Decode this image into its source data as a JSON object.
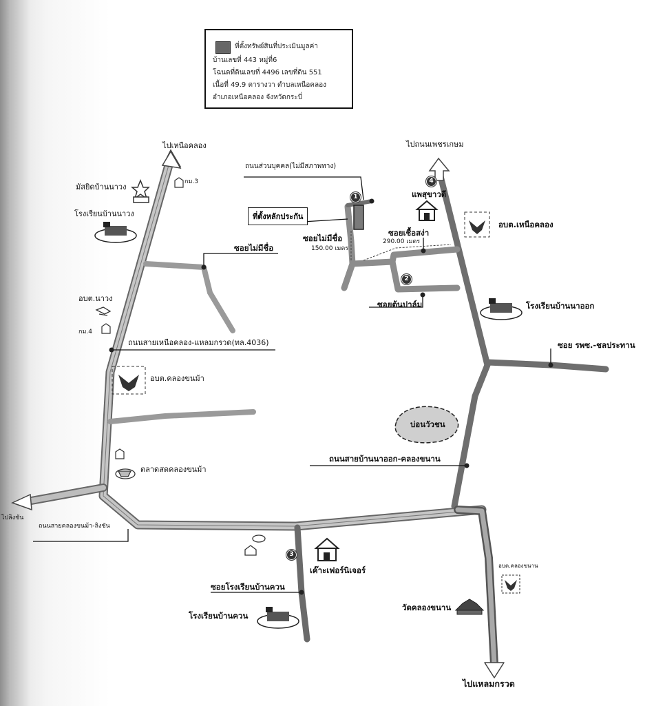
{
  "legend": {
    "line1": "ที่ตั้งทรัพย์สินที่ประเมินมูลค่า",
    "line2": "บ้านเลขที่ 443 หมู่ที่6",
    "line3": "โฉนดที่ดินเลขที่ 4496 เลขที่ดิน 551",
    "line4": "เนื้อที่ 49.9 ตารางวา ตำบลเหนือคลอง",
    "line5": "อำเภอเหนือคลอง จังหวัดกระบี่"
  },
  "labels": {
    "to_nuea_khlong": "ไปเหนือคลอง",
    "to_phetkasem": "ไปถนนเพชรเกษม",
    "private_road": "ถนนส่วนบุคคล(ไม่มีสภาพทาง)",
    "collateral": "ที่ตั้งหลักประกัน",
    "soi_no_name_1": "ซอยไม่มีชื่อ",
    "soi_no_name_2": "ซอยไม่มีชื่อ",
    "dist_150": "150.00 เมตร",
    "soi_chuea_sa": "ซอยเชื้อสง่า",
    "dist_290": "290.00 เมตร",
    "soi_ton_pa_muang": "ซอยต้นปาล์ม",
    "pharmacy": "แพสุขาวดี",
    "obt_nuea_khlong": "อบต.เหนือคลอง",
    "school_na_ok": "โรงเรียนบ้านนาออก",
    "soi_rp_sot": "ซอย รพซ.-ชลประทาน",
    "mosque": "มัสยิดบ้านนาวง",
    "km3": "กม.3",
    "school_na_wong": "โรงเรียนบ้านนาวง",
    "obt_na_wong": "อบต.นาวง",
    "km4": "กม.4",
    "highway_4036": "ถนนสายเหนือคลอง-แหลมกรวด(ทล.4036)",
    "obt_khlong_khamao": "อบต.คลองขนม้า",
    "pond": "บ่อนวัวชน",
    "market": "ตลาดสดคลองขนม้า",
    "road_na_ok": "ถนนสายบ้านนาออก-คลองขนาน",
    "to_ling_chan": "ไปลิงชัน",
    "road_khamao": "ถนนสายคลองขนม้า-ลิงชัน",
    "furniture": "เค๊าะเฟอร์นิเจอร์",
    "soi_school_khuan": "ซอยโรงเรียนบ้านควน",
    "school_khuan": "โรงเรียนบ้านควน",
    "obt_khlong_khanan": "อบต.คลองขนาน",
    "wat_khlong_khanan": "วัดคลองขนาน",
    "to_laem_kruat": "ไปแหลมกรวด"
  },
  "markers": [
    "1",
    "2",
    "3",
    "4"
  ],
  "colors": {
    "road_gray": "#8a8a8a",
    "road_dark": "#5a5a5a",
    "road_light": "#b8b8b8",
    "ink": "#111111"
  }
}
